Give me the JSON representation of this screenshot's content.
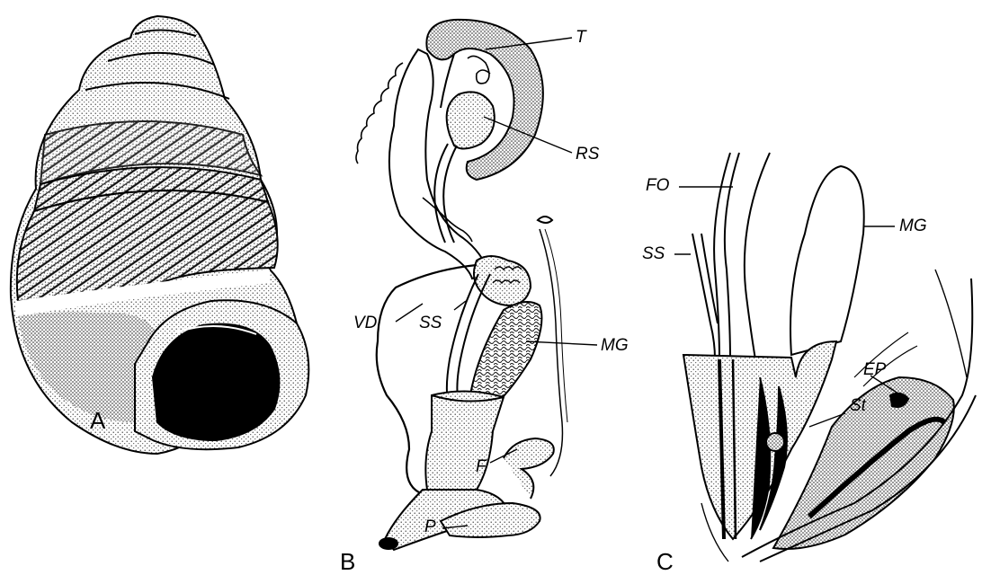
{
  "panels": {
    "a": "A",
    "b": "B",
    "c": "C"
  },
  "labels_b": {
    "t": "T",
    "rs": "RS",
    "vd": "VD",
    "ss": "SS",
    "mg": "MG",
    "f": "F",
    "p": "P"
  },
  "labels_c": {
    "fo": "FO",
    "ss": "SS",
    "mg": "MG",
    "ep": "EP",
    "st": "St"
  },
  "colors": {
    "ink": "#000000",
    "paper": "#ffffff",
    "stipple": "#5a5a5a"
  }
}
